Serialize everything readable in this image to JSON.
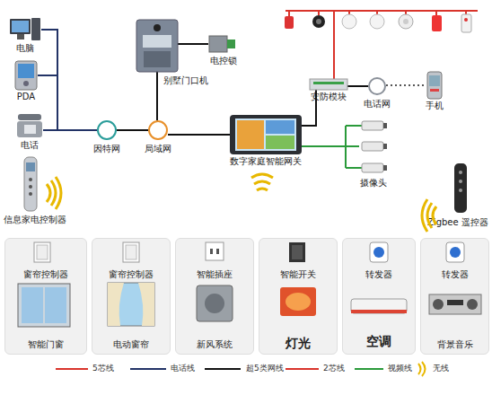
{
  "diagram": {
    "nodes": [
      {
        "text": [
          "电脑"
        ]
      },
      {
        "text": [
          "PDA"
        ]
      },
      {
        "text": [
          "电话"
        ]
      },
      {
        "text": [
          "信息家电控制器"
        ]
      },
      {
        "text": [
          "别墅门口机"
        ]
      },
      {
        "text": [
          "电控锁"
        ]
      },
      {
        "text": [
          "因特网"
        ]
      },
      {
        "text": [
          "局域网"
        ]
      },
      {
        "text": [
          "数字家庭智能网关"
        ]
      },
      {
        "text": [
          "安防模块"
        ]
      },
      {
        "text": [
          "电话网"
        ]
      },
      {
        "text": [
          "手机"
        ]
      },
      {
        "text": [
          "摄像头"
        ]
      },
      {
        "text": [
          "Zigbee 遥控器"
        ]
      },
      {
        "text": [
          "窗帘控制器",
          "智能门窗"
        ]
      },
      {
        "text": [
          "窗帘控制器",
          "电动窗帘"
        ]
      },
      {
        "text": [
          "智能插座",
          "新风系统"
        ]
      },
      {
        "text": [
          "智能开关",
          "灯光"
        ]
      },
      {
        "text": [
          "转发器",
          "空调"
        ]
      },
      {
        "text": [
          "转发器",
          "背景音乐"
        ]
      }
    ],
    "edges": [
      {
        "from": 0,
        "to": 6,
        "arrow": "none"
      },
      {
        "from": 1,
        "to": 6,
        "arrow": "none"
      },
      {
        "from": 2,
        "to": 6,
        "arrow": "none"
      },
      {
        "from": 6,
        "to": 7,
        "arrow": "none"
      },
      {
        "from": 7,
        "to": 4,
        "arrow": "none"
      },
      {
        "from": 4,
        "to": 5,
        "arrow": "none"
      },
      {
        "from": 7,
        "to": 8,
        "arrow": "none"
      },
      {
        "from": 8,
        "to": 9,
        "arrow": "none"
      },
      {
        "from": 9,
        "to": 10,
        "arrow": "none"
      },
      {
        "from": 10,
        "to": 11,
        "arrow": "none"
      },
      {
        "from": 8,
        "to": 12,
        "arrow": "none"
      }
    ],
    "legend": [
      {
        "text": "5芯线"
      },
      {
        "text": "电话线"
      },
      {
        "text": "超5类网线"
      },
      {
        "text": "2芯线"
      },
      {
        "text": "视频线"
      },
      {
        "text": "无线"
      }
    ]
  }
}
